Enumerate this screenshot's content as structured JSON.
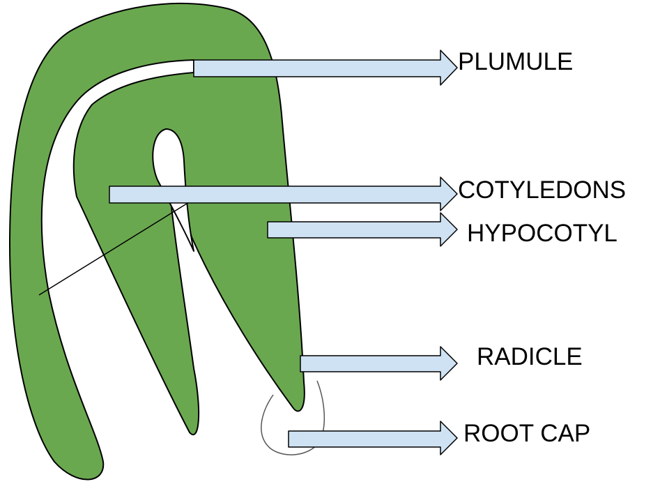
{
  "labels": {
    "plumule": "PLUMULE",
    "cotyledons": "COTYLEDONS",
    "hypocotyl": "HYPOCOTYL",
    "radicle": "RADICLE",
    "root_cap": "ROOT CAP"
  },
  "colors": {
    "tissue": "#6aa84f",
    "arrow_fill": "#cfe2f3",
    "outline": "#000000",
    "root_cap_outline": "#555555",
    "background": "#ffffff"
  }
}
